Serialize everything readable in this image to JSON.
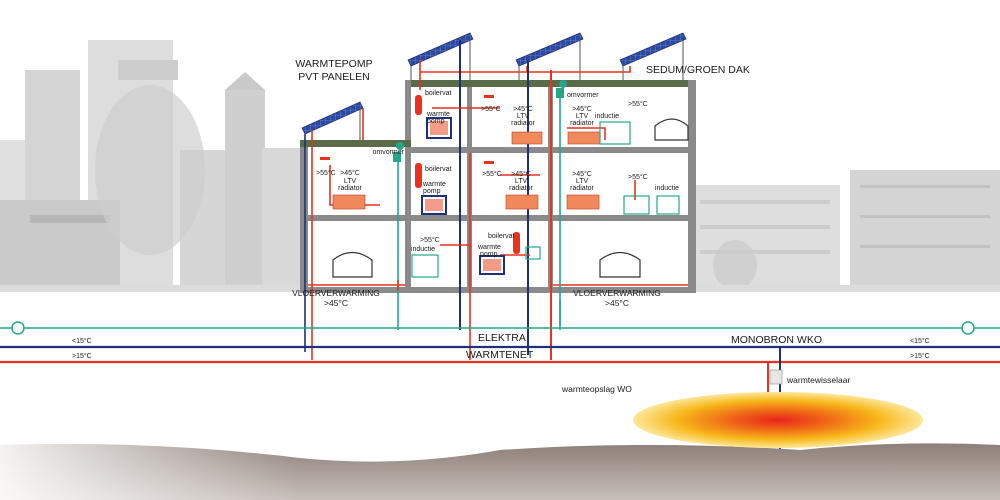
{
  "labels": {
    "warmtepomp_pvt": [
      "WARMTEPOMP",
      "PVT PANELEN"
    ],
    "sedum": "SEDUM/GROEN DAK",
    "elektra": "ELEKTRA",
    "warmtenet": "WARMTENET",
    "monobron": "MONOBRON WKO",
    "warmteopslag": "warmteopslag WO",
    "warmtewisselaar": "warmtewisselaar",
    "vloer_left": [
      "VLOERVERWARMING",
      ">45°C"
    ],
    "vloer_right": [
      "VLOERVERWARMING",
      ">45°C"
    ],
    "lt15": "<15°C",
    "gt15": ">15°C",
    "lt15_right": "<15°C",
    "gt15_right": ">15°C"
  },
  "units": {
    "omvormer": "omvormer",
    "boilervat": "boilervat",
    "warmtepomp": [
      "warmte",
      "pomp"
    ],
    "t55": ">55°C",
    "t45": ">45°C",
    "ltv": "LTV",
    "radiator": "radiator",
    "inductie": "inductie"
  },
  "colors": {
    "hot": "#e8321e",
    "cold": "#22a889",
    "main": "#1f2f7a",
    "sky": "#ffffff",
    "skyline": "#c9c9c9",
    "ground": "#7d6e66"
  }
}
